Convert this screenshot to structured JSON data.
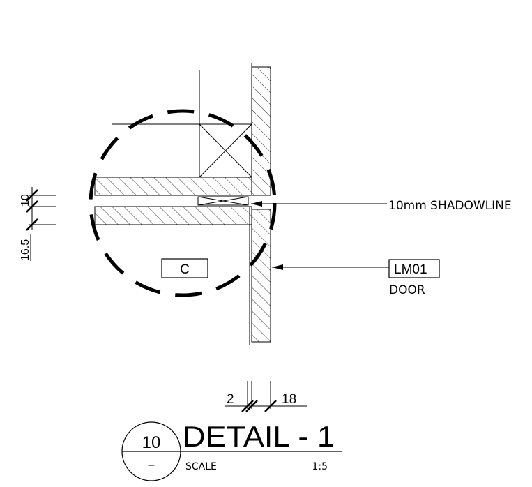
{
  "labels": {
    "shadowline": "10mm SHADOWLINE",
    "material_tag": "LM01",
    "material_name": "DOOR",
    "room_tag": "C"
  },
  "dimensions": {
    "left_upper": "10",
    "left_lower": "16.5",
    "bottom_left": "2",
    "bottom_right": "18"
  },
  "title_block": {
    "detail_number": "10",
    "sheet_number": "–",
    "title": "DETAIL - 1",
    "scale_label": "SCALE",
    "scale_value": "1:5"
  },
  "colors": {
    "line": "#000000",
    "background": "#ffffff"
  }
}
